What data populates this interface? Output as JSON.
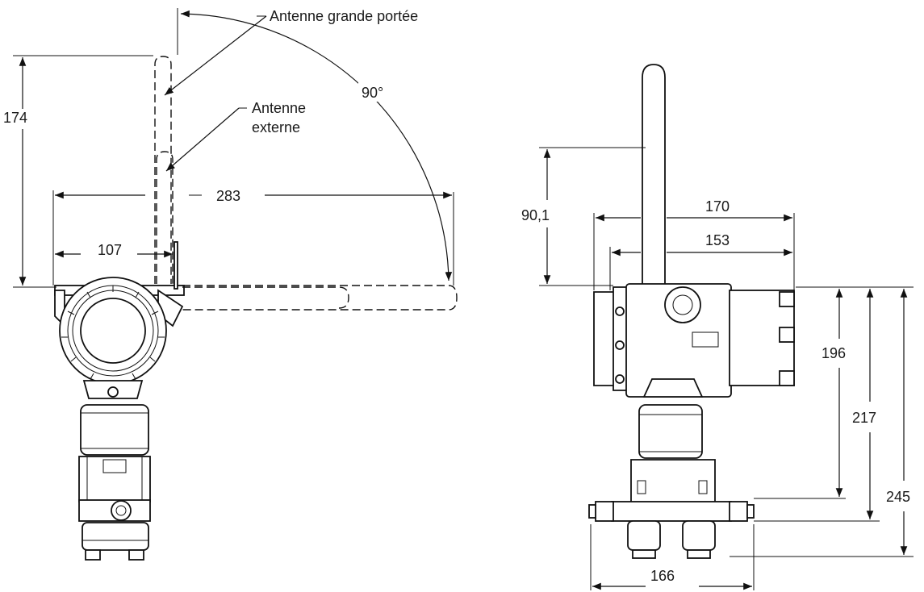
{
  "callouts": {
    "long_range_antenna": "Antenne grande portée",
    "external_antenna_line1": "Antenne",
    "external_antenna_line2": "externe"
  },
  "left_view": {
    "dim_height": "174",
    "dim_width_total": "283",
    "dim_width_partial": "107",
    "angle": "90°"
  },
  "right_view": {
    "dim_antenna": "90,1",
    "dim_170": "170",
    "dim_153": "153",
    "dim_196": "196",
    "dim_217": "217",
    "dim_245": "245",
    "dim_166": "166"
  }
}
